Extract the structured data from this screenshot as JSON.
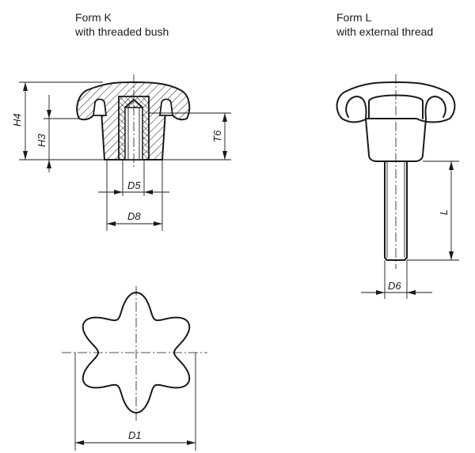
{
  "views": {
    "form_k": {
      "title_line1": "Form K",
      "title_line2": "with threaded bush"
    },
    "form_l": {
      "title_line1": "Form L",
      "title_line2": "with external thread"
    }
  },
  "dimensions": {
    "h4": "H4",
    "h3": "H3",
    "t6": "T6",
    "d5": "D5",
    "d8": "D8",
    "l": "L",
    "d6": "D6",
    "d1": "D1"
  }
}
